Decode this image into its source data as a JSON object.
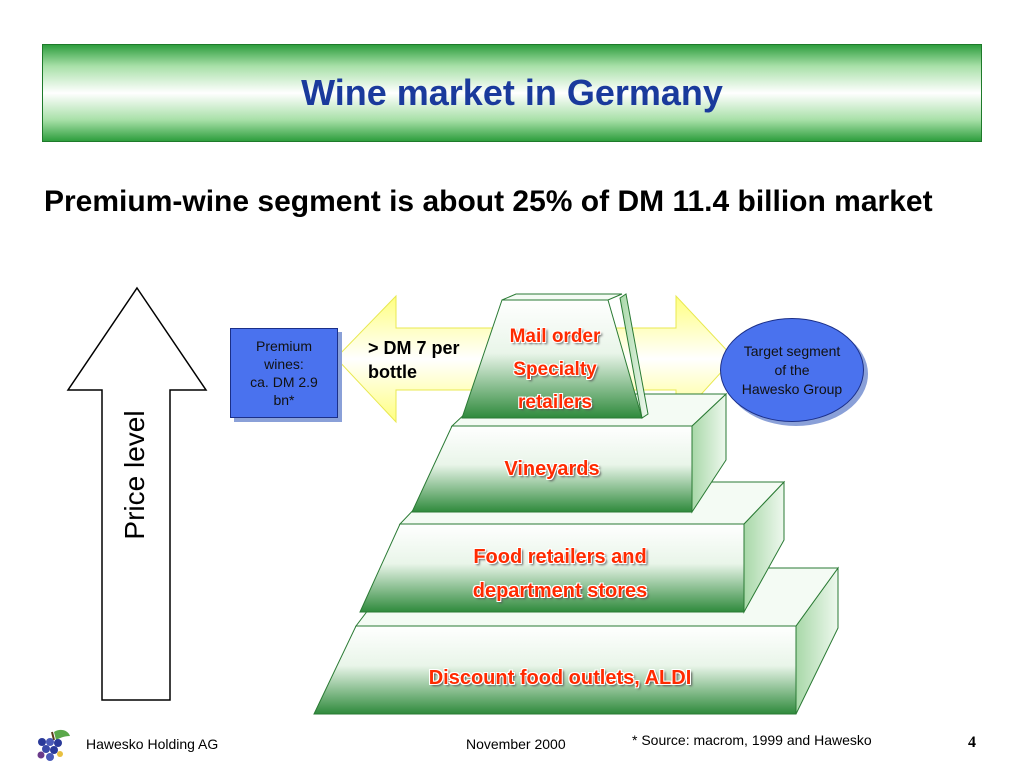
{
  "title": "Wine market in Germany",
  "headline": "Premium-wine segment is about 25% of DM 11.4 billion market",
  "price_axis_label": "Price level",
  "premium_box": "Premium\nwines:\nca. DM 2.9\nbn*",
  "price_threshold": "> DM 7 per\nbottle",
  "target_segment": "Target segment\nof the\nHawesko Group",
  "pyramid_tiers": [
    {
      "label": "Mail order\nSpecialty\nretailers"
    },
    {
      "label": "Vineyards"
    },
    {
      "label": "Food retailers and\ndepartment stores"
    },
    {
      "label": "Discount food outlets,  ALDI"
    }
  ],
  "footer": {
    "company": "Hawesko Holding AG",
    "date": "November 2000",
    "source": "* Source: macrom, 1999 and Hawesko",
    "page": "4"
  },
  "colors": {
    "title_text": "#1a3a9c",
    "tier_text": "#ff2a00",
    "box_fill": "#4a72ee",
    "banner_green": "#2e9e3e"
  }
}
